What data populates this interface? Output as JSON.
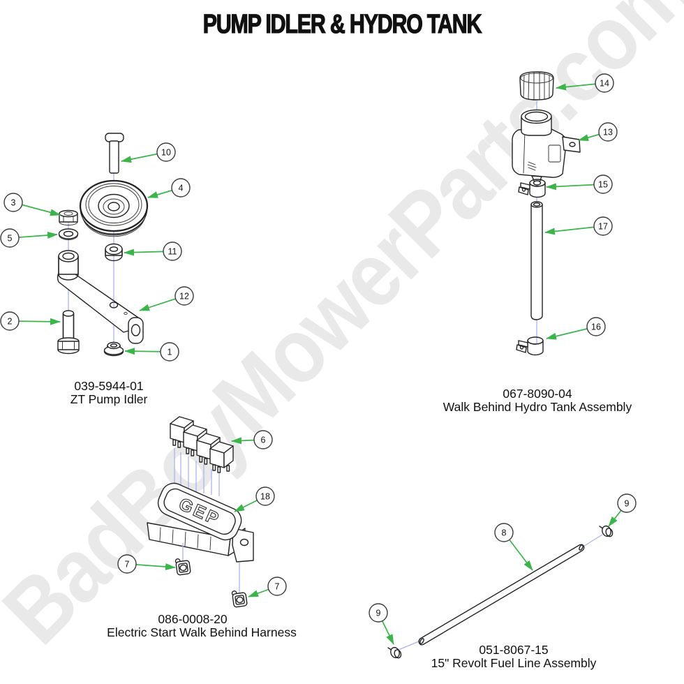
{
  "title": "PUMP IDLER & HYDRO TANK",
  "watermark": "BadBoyMowerParts.com",
  "harness_logo": "GEP",
  "colors": {
    "arrow_green": "#3bb54a",
    "construction_blue": "#aab4f0",
    "watermark_gray": "#e9e9e9",
    "line_dark": "#222222",
    "background": "#ffffff"
  },
  "assemblies": [
    {
      "part_number": "039-5944-01",
      "name": "ZT Pump Idler"
    },
    {
      "part_number": "067-8090-04",
      "name": "Walk Behind Hydro Tank Assembly"
    },
    {
      "part_number": "086-0008-20",
      "name": "Electric Start Walk Behind Harness"
    },
    {
      "part_number": "051-8067-15",
      "name": "15\" Revolt Fuel Line Assembly"
    }
  ],
  "callouts": [
    "10",
    "4",
    "3",
    "5",
    "11",
    "12",
    "2",
    "1",
    "14",
    "13",
    "15",
    "17",
    "16",
    "6",
    "18",
    "7",
    "7",
    "8",
    "9",
    "9"
  ]
}
